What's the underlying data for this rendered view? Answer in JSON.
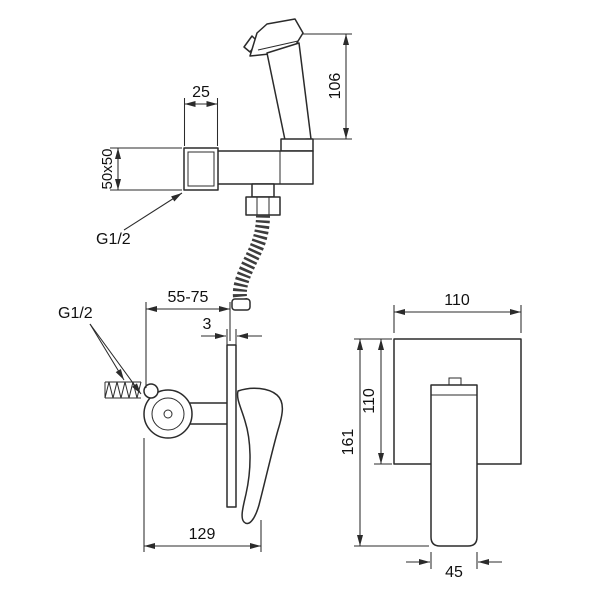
{
  "colors": {
    "line": "#2b2b2b",
    "background": "#ffffff"
  },
  "views": {
    "sprayer_top": {
      "dims": {
        "holder_width": "25",
        "sprayer_height": "106",
        "wall_plate_size": "50x50",
        "thread": "G1/2"
      }
    },
    "mixer_side": {
      "dims": {
        "install_depth_range": "55-75",
        "trim_plate_thickness": "3",
        "thread": "G1/2",
        "overall_depth": "129"
      }
    },
    "mixer_front": {
      "dims": {
        "plate_width": "110",
        "plate_height": "110",
        "overall_height": "161",
        "handle_width": "45"
      }
    }
  }
}
